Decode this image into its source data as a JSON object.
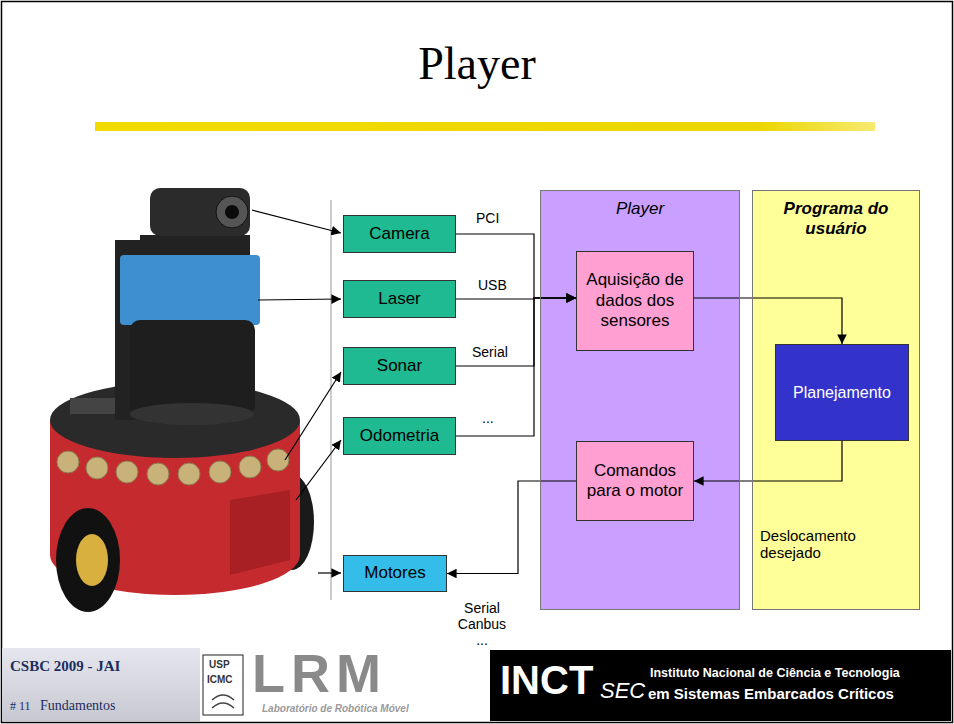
{
  "diagram": {
    "title": "Player",
    "nodes": [
      {
        "text": [
          "Camera"
        ]
      },
      {
        "text": [
          "Laser"
        ]
      },
      {
        "text": [
          "Sonar"
        ]
      },
      {
        "text": [
          "Odometria"
        ]
      },
      {
        "text": [
          "Motores"
        ]
      },
      {
        "text": [
          "Player"
        ]
      },
      {
        "text": [
          "Aquisição de dados dos sensores"
        ],
        "in": 5
      },
      {
        "text": [
          "Comandos para o motor"
        ],
        "in": 5
      },
      {
        "text": [
          "Programa do usuário"
        ]
      },
      {
        "text": [
          "Planejamento"
        ],
        "in": 8
      }
    ],
    "edges": [
      {
        "from": 0,
        "to": 6,
        "label": "PCI",
        "arrow": "to"
      },
      {
        "from": 1,
        "to": 6,
        "label": "USB",
        "arrow": "to"
      },
      {
        "from": 2,
        "to": 6,
        "label": "Serial",
        "arrow": "to"
      },
      {
        "from": 3,
        "to": 6,
        "label": "...",
        "arrow": "to"
      },
      {
        "from": 6,
        "to": 9,
        "arrow": "to"
      },
      {
        "from": 9,
        "to": 7,
        "label": "Deslocamento desejado",
        "arrow": "to"
      },
      {
        "from": 7,
        "to": 4,
        "label": "Serial Canbus ...",
        "arrow": "to"
      }
    ],
    "labels": [
      "CSBC 2009 - JAI",
      "# 11",
      "Fundamentos",
      "USP",
      "ICMC",
      "LRM",
      "Laboratório de Robótica Móvel",
      "INCT",
      "SEC",
      "Instituto Nacional de Ciência e Tecnologia",
      "em Sistemas Embarcados Críticos"
    ]
  }
}
